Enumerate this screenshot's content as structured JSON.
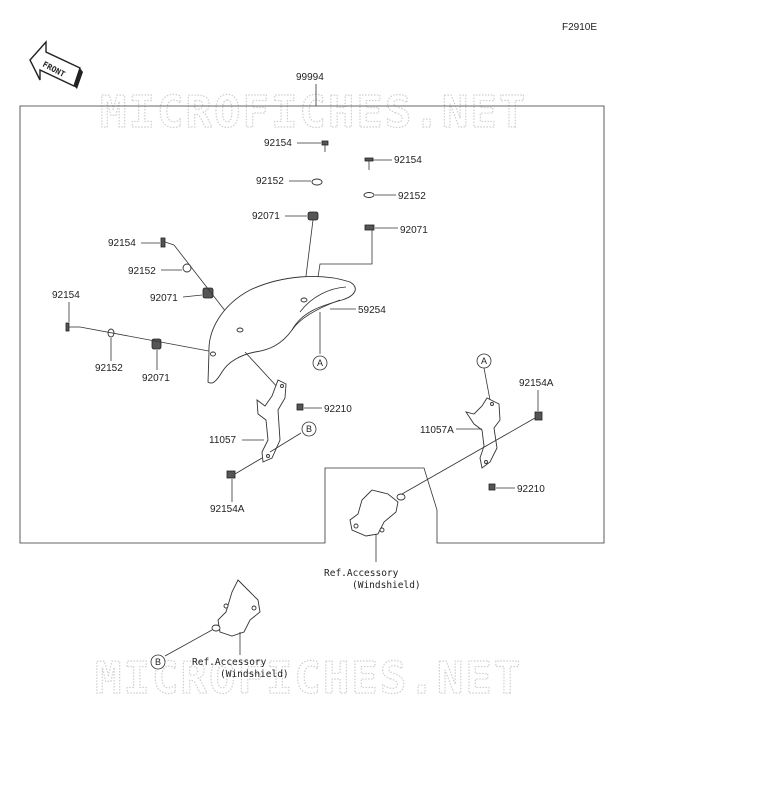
{
  "figure_code": "F2910E",
  "direction_label": "FRONT",
  "watermark": "MICROFICHES.NET",
  "assembly_number": "99994",
  "part_labels": {
    "p92154_top": "92154",
    "p92152_top": "92152",
    "p92071_top": "92071",
    "p92154_r": "92154",
    "p92152_r": "92152",
    "p92071_r": "92071",
    "p92154_ml": "92154",
    "p92152_ml": "92152",
    "p92071_ml": "92071",
    "p92154_l": "92154",
    "p92152_l": "92152",
    "p92071_l": "92071",
    "p59254": "59254",
    "p92210_l": "92210",
    "p11057": "11057",
    "p92154A_l": "92154A",
    "p11057A": "11057A",
    "p92154A_r": "92154A",
    "p92210_r": "92210"
  },
  "callouts": {
    "a": "A",
    "b": "B"
  },
  "ref_accessory": {
    "line1": "Ref.Accessory",
    "line2": "(Windshield)"
  }
}
